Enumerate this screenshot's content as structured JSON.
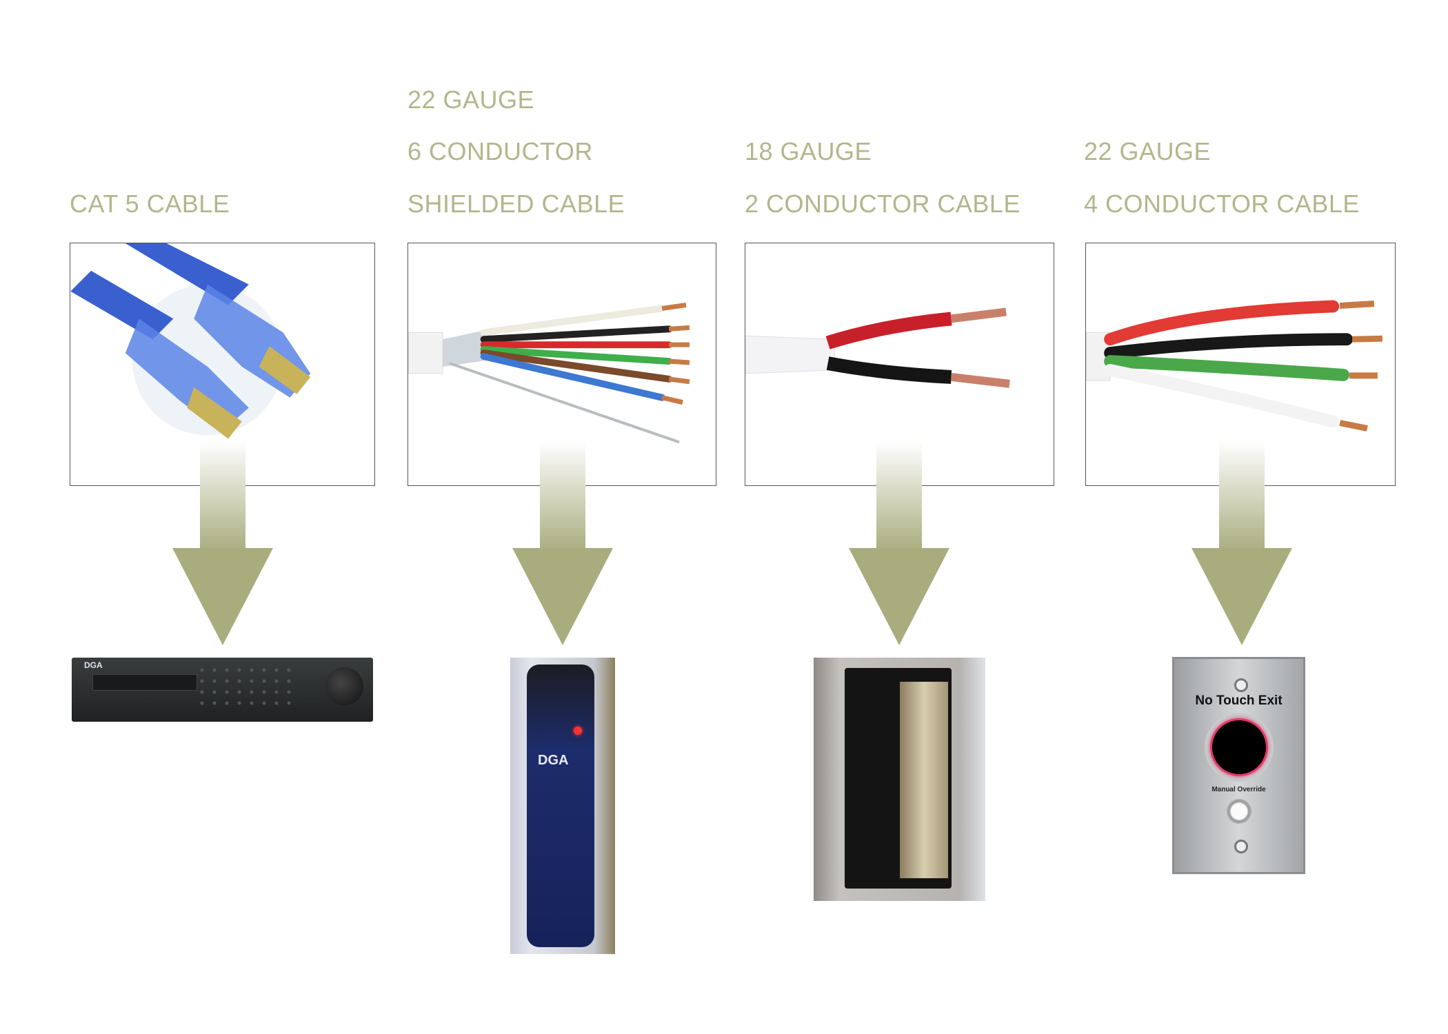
{
  "columns": [
    {
      "lines": [
        "CAT 5 CABLE"
      ],
      "device": "dvr-recorder"
    },
    {
      "lines": [
        "22 GAUGE",
        "6 CONDUCTOR",
        "SHIELDED CABLE"
      ],
      "device": "card-reader"
    },
    {
      "lines": [
        "18 GAUGE",
        "2 CONDUCTOR CABLE"
      ],
      "device": "electric-strike"
    },
    {
      "lines": [
        "22 GAUGE",
        "4 CONDUCTOR CABLE"
      ],
      "device": "exit-button"
    }
  ],
  "devices": {
    "dvr_logo": "DGA",
    "reader_logo": "DGA",
    "exit_title": "No Touch Exit",
    "exit_override": "Manual Override"
  },
  "colors": {
    "label": "#b3b68b",
    "arrow": "#a9ad7e",
    "cat5_blue": "#3a5fcf"
  }
}
